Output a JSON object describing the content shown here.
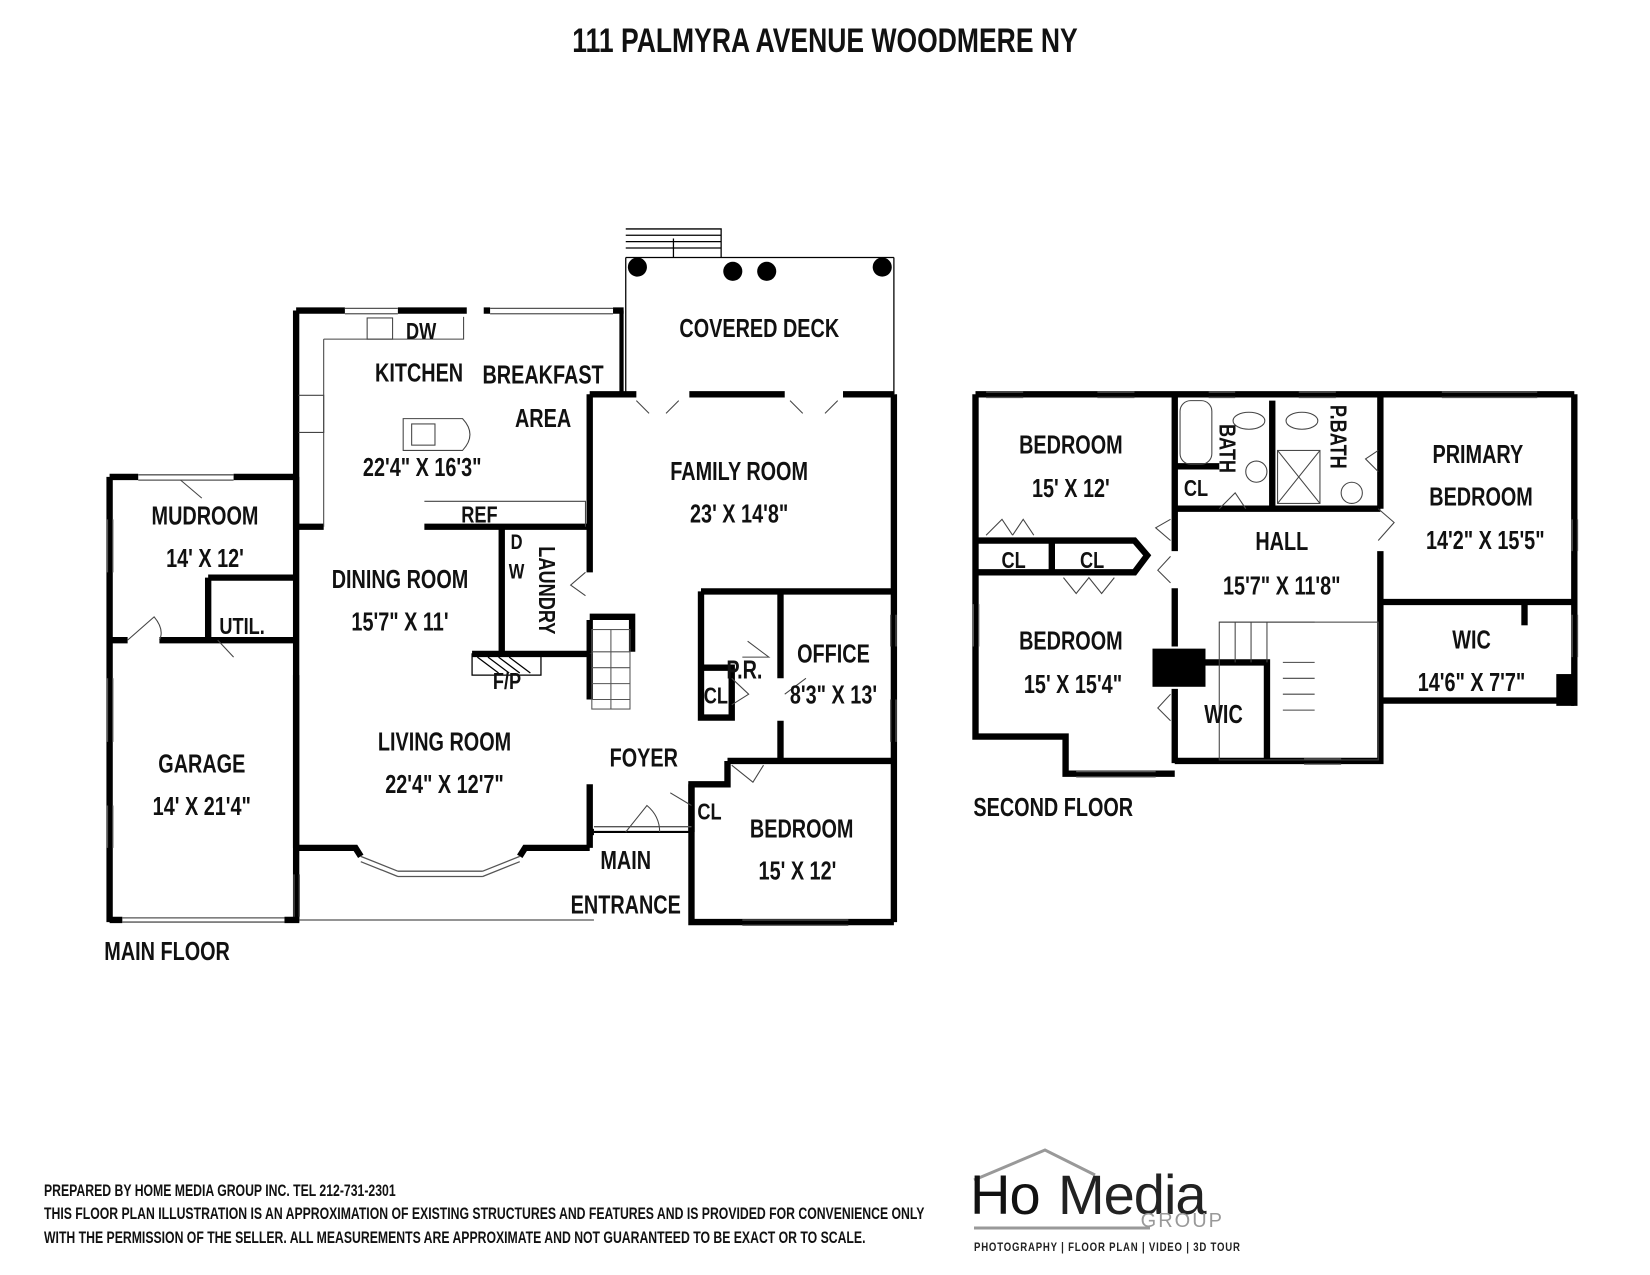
{
  "title": "111 PALMYRA AVENUE WOODMERE NY",
  "floors": {
    "main": {
      "label": "MAIN FLOOR",
      "rooms": [
        {
          "name": "COVERED DECK",
          "dims": ""
        },
        {
          "name": "KITCHEN",
          "dims": "22'4\" X 16'3\""
        },
        {
          "name": "BREAKFAST",
          "name2": "AREA",
          "dims": ""
        },
        {
          "name": "FAMILY ROOM",
          "dims": "23' X 14'8\""
        },
        {
          "name": "MUDROOM",
          "dims": "14' X 12'"
        },
        {
          "name": "DINING ROOM",
          "dims": "15'7\" X 11'"
        },
        {
          "name": "LAUNDRY",
          "dims": ""
        },
        {
          "name": "UTIL.",
          "dims": ""
        },
        {
          "name": "GARAGE",
          "dims": "14' X 21'4\""
        },
        {
          "name": "LIVING ROOM",
          "dims": "22'4\" X 12'7\""
        },
        {
          "name": "FOYER",
          "dims": ""
        },
        {
          "name": "P.R.",
          "dims": ""
        },
        {
          "name": "OFFICE",
          "dims": "8'3\" X 13'"
        },
        {
          "name": "BEDROOM",
          "dims": "15' X 12'"
        },
        {
          "name": "MAIN",
          "name2": "ENTRANCE",
          "dims": ""
        }
      ],
      "fixtures": {
        "dw1": "DW",
        "dw2_top": "D",
        "dw2_bottom": "W",
        "ref": "REF",
        "fp": "F/P",
        "cl1": "CL",
        "cl2": "CL"
      }
    },
    "second": {
      "label": "SECOND FLOOR",
      "rooms": [
        {
          "name": "BEDROOM",
          "dims": "15' X 12'"
        },
        {
          "name": "BATH",
          "dims": ""
        },
        {
          "name": "P.BATH",
          "dims": ""
        },
        {
          "name": "PRIMARY",
          "name2": "BEDROOM",
          "dims": "14'2\" X 15'5\""
        },
        {
          "name": "HALL",
          "dims": "15'7\" X 11'8\""
        },
        {
          "name": "BEDROOM",
          "dims": "15' X 15'4\""
        },
        {
          "name": "WIC",
          "dims": "14'6\" X 7'7\""
        },
        {
          "name": "WIC",
          "dims": ""
        }
      ],
      "fixtures": {
        "cl1": "CL",
        "cl2": "CL",
        "cl3": "CL"
      }
    }
  },
  "footer": {
    "line1": "PREPARED BY  HOME MEDIA GROUP INC.  TEL 212-731-2301",
    "line2": "THIS FLOOR PLAN ILLUSTRATION IS AN APPROXIMATION OF EXISTING STRUCTURES AND FEATURES AND IS PROVIDED FOR CONVENIENCE ONLY",
    "line3": "WITH THE PERMISSION OF THE SELLER. ALL MEASUREMENTS ARE APPROXIMATE AND NOT GUARANTEED TO BE EXACT OR TO SCALE."
  },
  "logo": {
    "ho": "Ho",
    "media": "Media",
    "group": "GROUP",
    "tagline": "PHOTOGRAPHY | FLOOR PLAN | VIDEO | 3D TOUR"
  },
  "colors": {
    "wall": "#000000",
    "logo_gray": "#999999"
  }
}
